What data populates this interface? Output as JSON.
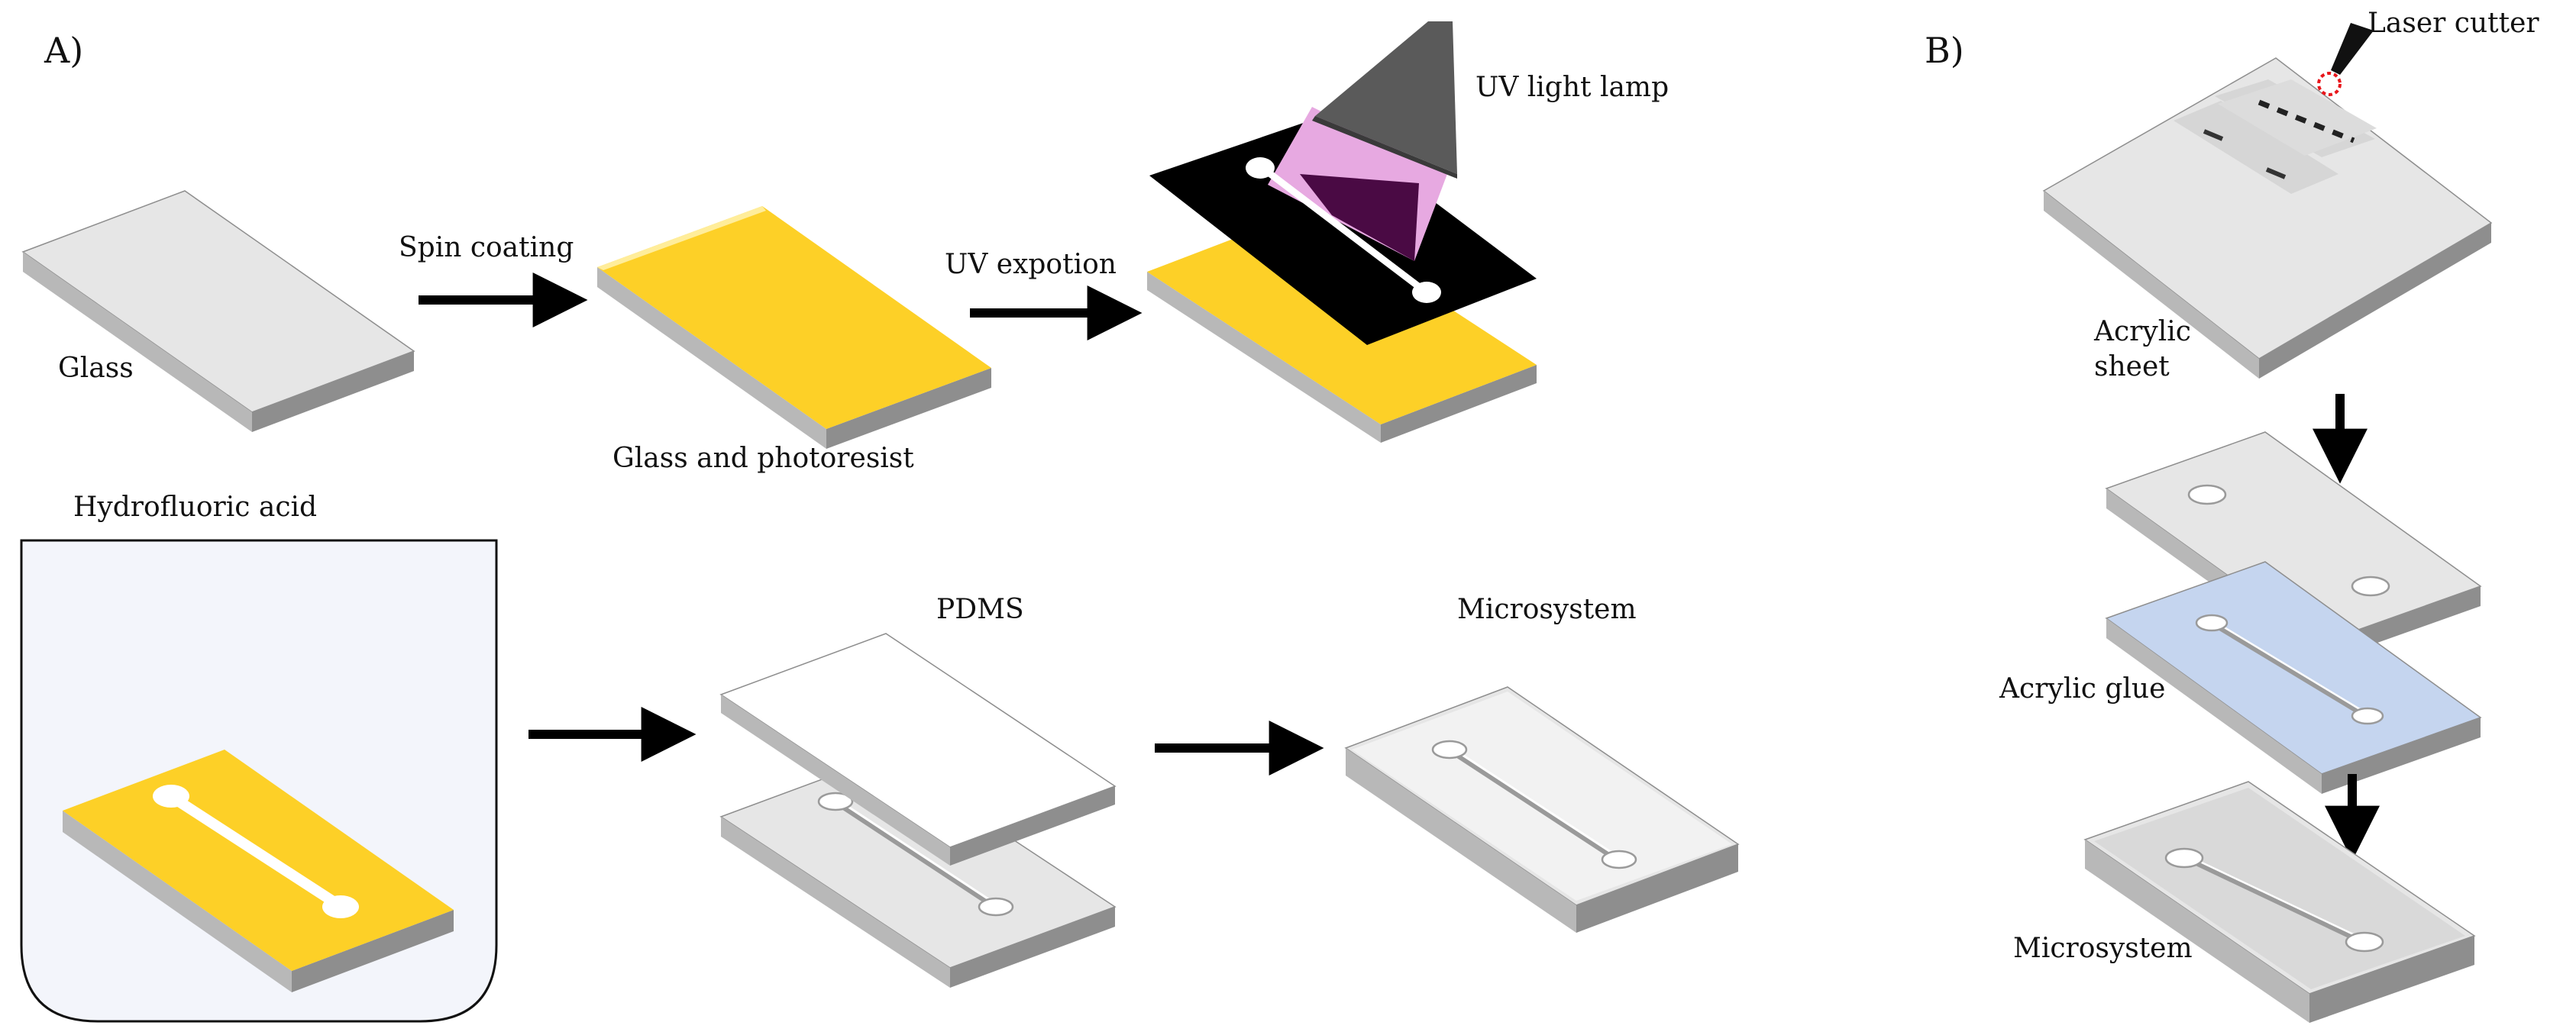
{
  "panels": {
    "a": {
      "label": "A)",
      "steps": {
        "spin_coating": "Spin coating",
        "uv_expotion": "UV expotion"
      },
      "materials": {
        "glass": "Glass",
        "glass_photoresist": "Glass and photoresist",
        "uv_lamp": "UV light lamp",
        "hydrofluoric_acid": "Hydrofluoric acid",
        "pdms": "PDMS",
        "microsystem": "Microsystem"
      }
    },
    "b": {
      "label": "B)",
      "materials": {
        "laser_cutter": "Laser cutter",
        "acrylic_sheet_line1": "Acrylic",
        "acrylic_sheet_line2": "sheet",
        "acrylic_glue": "Acrylic glue",
        "microsystem": "Microsystem"
      }
    }
  },
  "colors": {
    "glass_top": "#e6e6e6",
    "glass_side": "#b8b8b8",
    "glass_edge": "#8e8e8e",
    "photoresist": "#fdd027",
    "mask": "#000000",
    "uv_beam": "#e7a9e1",
    "uv_beam_dark": "#4a0a44",
    "lamp": "#5a5a5a",
    "acid_bath": "#f3f5fb",
    "acrylic_glue": "#c5d5ef",
    "pdms_top": "#ffffff",
    "laser_spark": "#e8161b",
    "arrow": "#000000"
  },
  "icons": {
    "arrow": "right-arrow-icon",
    "arrow_down": "down-arrow-icon",
    "laser": "laser-cutter-icon",
    "lamp": "uv-lamp-icon"
  }
}
